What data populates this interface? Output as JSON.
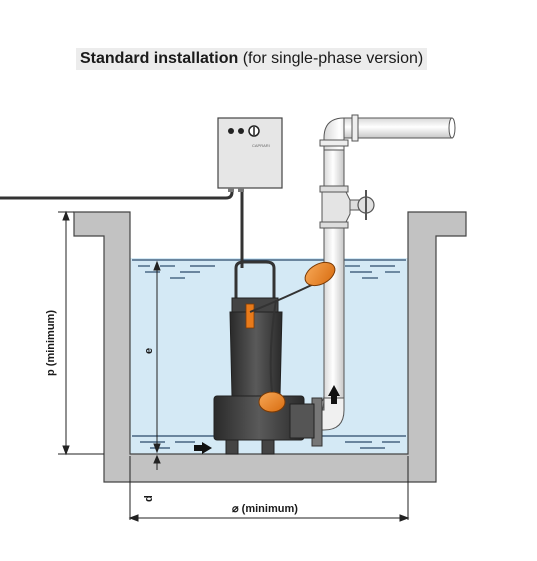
{
  "title": {
    "bold": "Standard installation",
    "normal": " (for single-phase version)"
  },
  "labels": {
    "depth": "p (minimum)",
    "water_height": "e",
    "clearance": "d",
    "width": "⌀ (minimum)"
  },
  "panel_brand": "CAPRARI",
  "colors": {
    "water": "#d4e9f5",
    "wall": "#c2c2c2",
    "pump": "#3a3a3a",
    "float": "#f08a24",
    "pipe": "#f2f2f2"
  }
}
